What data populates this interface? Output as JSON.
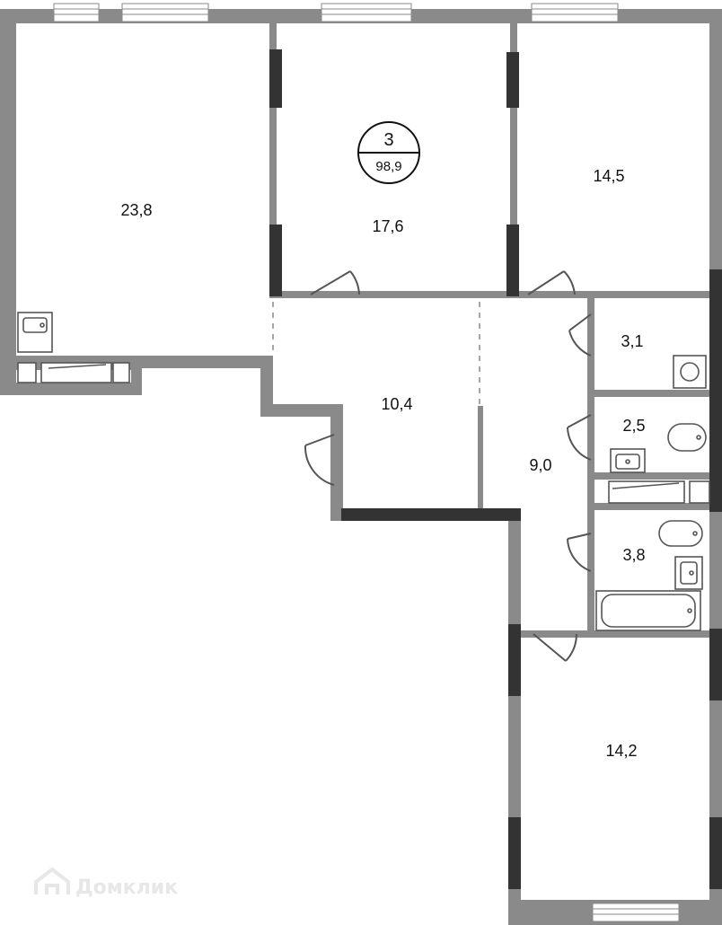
{
  "plan": {
    "rooms_count": "3",
    "total_area": "98,9",
    "rooms": [
      {
        "id": "room-a",
        "area": "23,8"
      },
      {
        "id": "room-b",
        "area": "17,6"
      },
      {
        "id": "room-c",
        "area": "14,5"
      },
      {
        "id": "hall",
        "area": "10,4"
      },
      {
        "id": "corridor",
        "area": "9,0"
      },
      {
        "id": "utility",
        "area": "3,1"
      },
      {
        "id": "wc",
        "area": "2,5"
      },
      {
        "id": "bath",
        "area": "3,8"
      },
      {
        "id": "room-d",
        "area": "14,2"
      }
    ],
    "colors": {
      "wall": "#8a8a8a",
      "wall_dark": "#333333",
      "fixture": "#555555",
      "background": "#ffffff"
    }
  },
  "watermark": {
    "text": "Домклик"
  }
}
